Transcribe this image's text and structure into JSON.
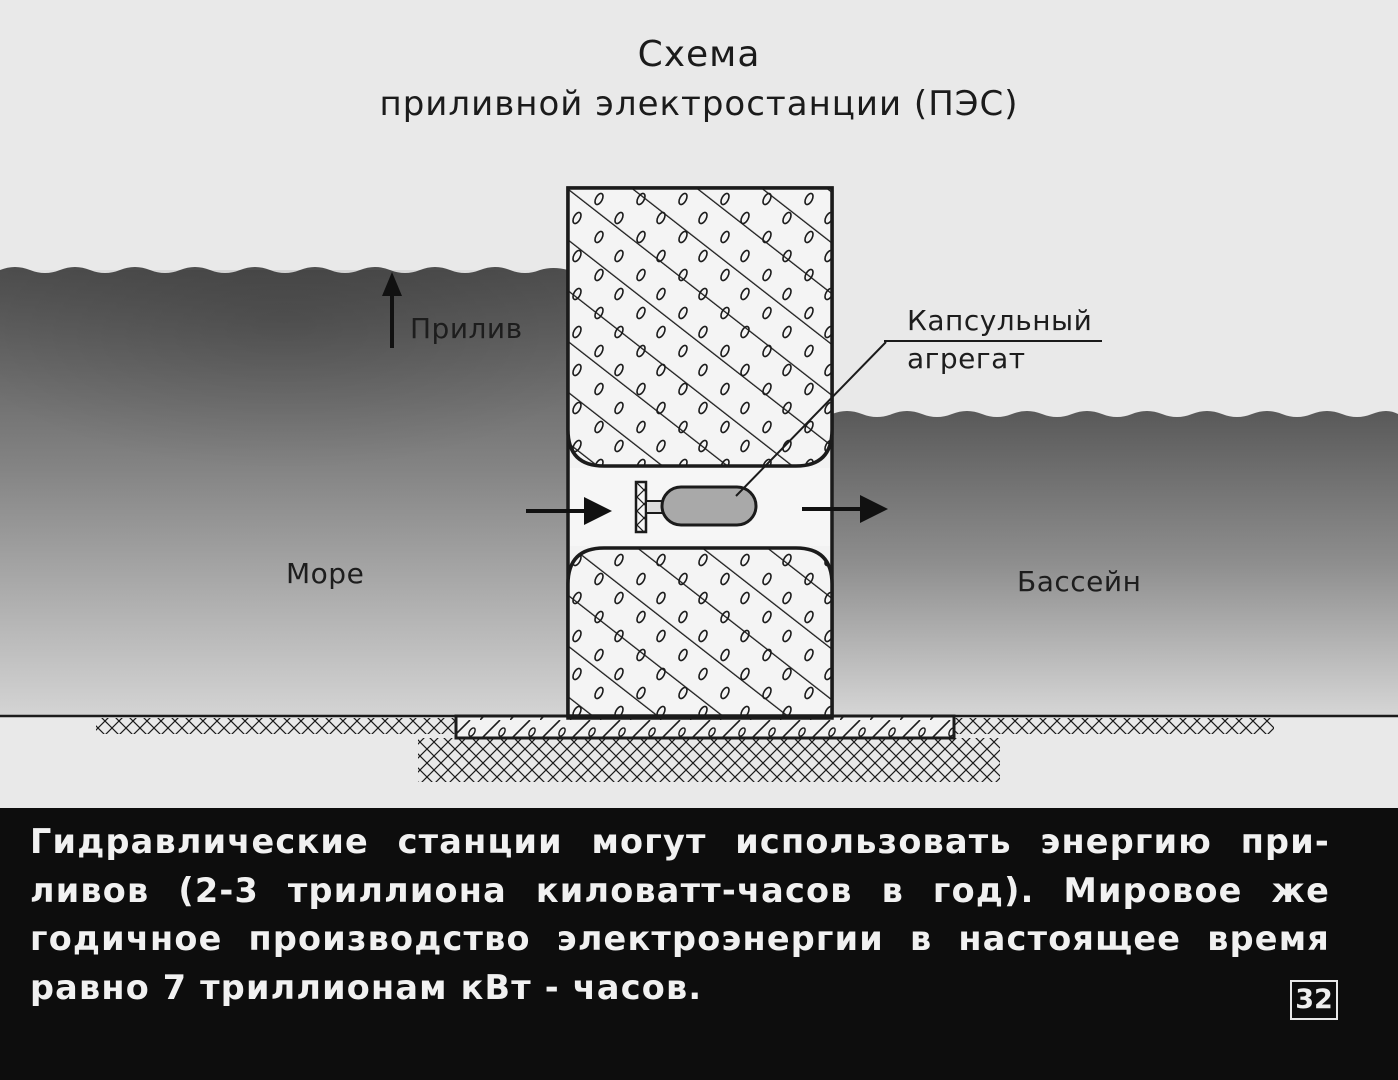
{
  "title": {
    "line1": "Схема",
    "line2": "приливной электростанции (ПЭС)"
  },
  "labels": {
    "tide": "Прилив",
    "capsule_line1": "Капсульный",
    "capsule_line2": "агрегат",
    "sea": "Море",
    "basin": "Бассейн"
  },
  "caption": {
    "lines": [
      "Гидравлические станции могут использовать энергию при-",
      "ливов (2-3 триллиона киловатт-часов в год). Мировое же",
      "годичное производство электроэнергии в настоящее время",
      "равно 7 триллионам кВт - часов."
    ]
  },
  "page_number": "32",
  "colors": {
    "panel": "#e9e9e9",
    "water_top": "#4f4f4f",
    "water_bottom": "#d3d3d3",
    "caption_bg": "#0d0d0d",
    "ink": "#1b1b1b"
  }
}
